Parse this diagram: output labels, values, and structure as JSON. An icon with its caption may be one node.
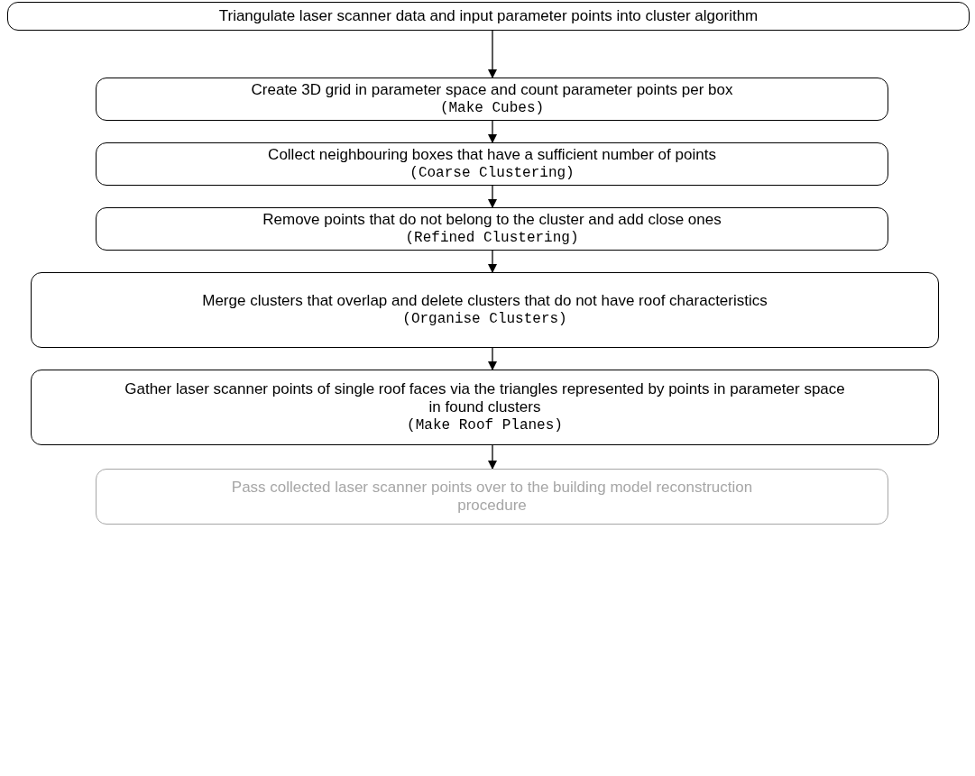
{
  "diagram": {
    "nodes": [
      {
        "text": [
          "Triangulate laser scanner data and input parameter points into cluster algorithm"
        ]
      },
      {
        "text": [
          "Create 3D grid in parameter space and count parameter points per box",
          "(Make Cubes)"
        ]
      },
      {
        "text": [
          "Collect neighbouring boxes that have a sufficient number of points",
          "(Coarse Clustering)"
        ]
      },
      {
        "text": [
          "Remove points that do not belong to the cluster and add close ones",
          "(Refined Clustering)"
        ]
      },
      {
        "text": [
          "Merge clusters that overlap and delete clusters that do not have roof characteristics",
          "(Organise Clusters)"
        ]
      },
      {
        "text": [
          "Gather laser scanner points of single roof faces via the triangles represented by points in parameter space in found clusters",
          "(Make Roof Planes)"
        ]
      },
      {
        "text": [
          "Pass collected laser scanner points over to the building model reconstruction procedure"
        ]
      }
    ],
    "edges": [
      {
        "from": 0,
        "to": 1,
        "arrow": "to"
      },
      {
        "from": 1,
        "to": 2,
        "arrow": "to"
      },
      {
        "from": 2,
        "to": 3,
        "arrow": "to"
      },
      {
        "from": 3,
        "to": 4,
        "arrow": "to"
      },
      {
        "from": 4,
        "to": 5,
        "arrow": "to"
      },
      {
        "from": 5,
        "to": 6,
        "arrow": "to"
      }
    ]
  }
}
